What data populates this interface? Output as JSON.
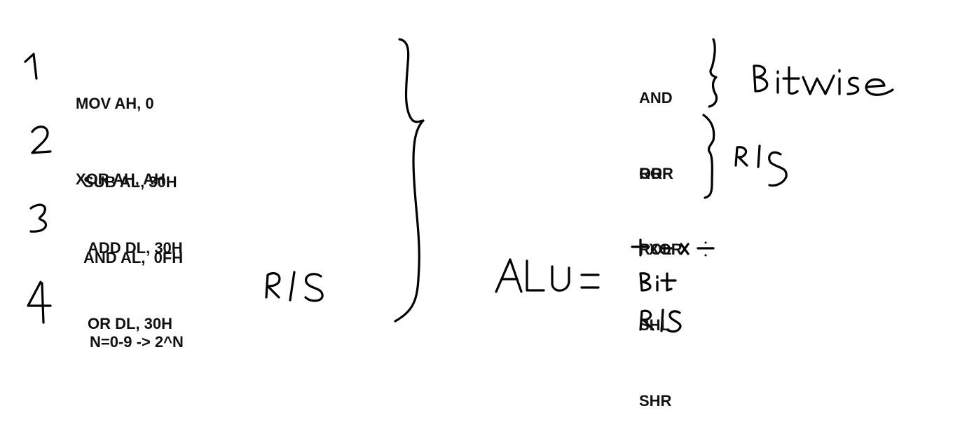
{
  "sections": [
    {
      "number": "1",
      "lines": [
        "MOV AH, 0",
        "XOR AH, AH"
      ]
    },
    {
      "number": "2",
      "lines": [
        "SUB AL, 30H",
        "AND AL,  0FH"
      ]
    },
    {
      "number": "3",
      "lines": [
        "ADD DL, 30H",
        "OR DL, 30H"
      ]
    },
    {
      "number": "4",
      "lines": [
        "N=0-9 -> 2^N"
      ],
      "note": "R/S"
    }
  ],
  "groups": [
    {
      "label": "Bitwise",
      "items": [
        "AND",
        "OR",
        "XOR"
      ]
    },
    {
      "label": "R/S",
      "items": [
        "ROR",
        "ROL",
        "SHL",
        "SHR"
      ]
    }
  ],
  "alu": {
    "label": "ALU =",
    "components": [
      "+ - x ÷",
      "Bit",
      "R/S"
    ]
  }
}
